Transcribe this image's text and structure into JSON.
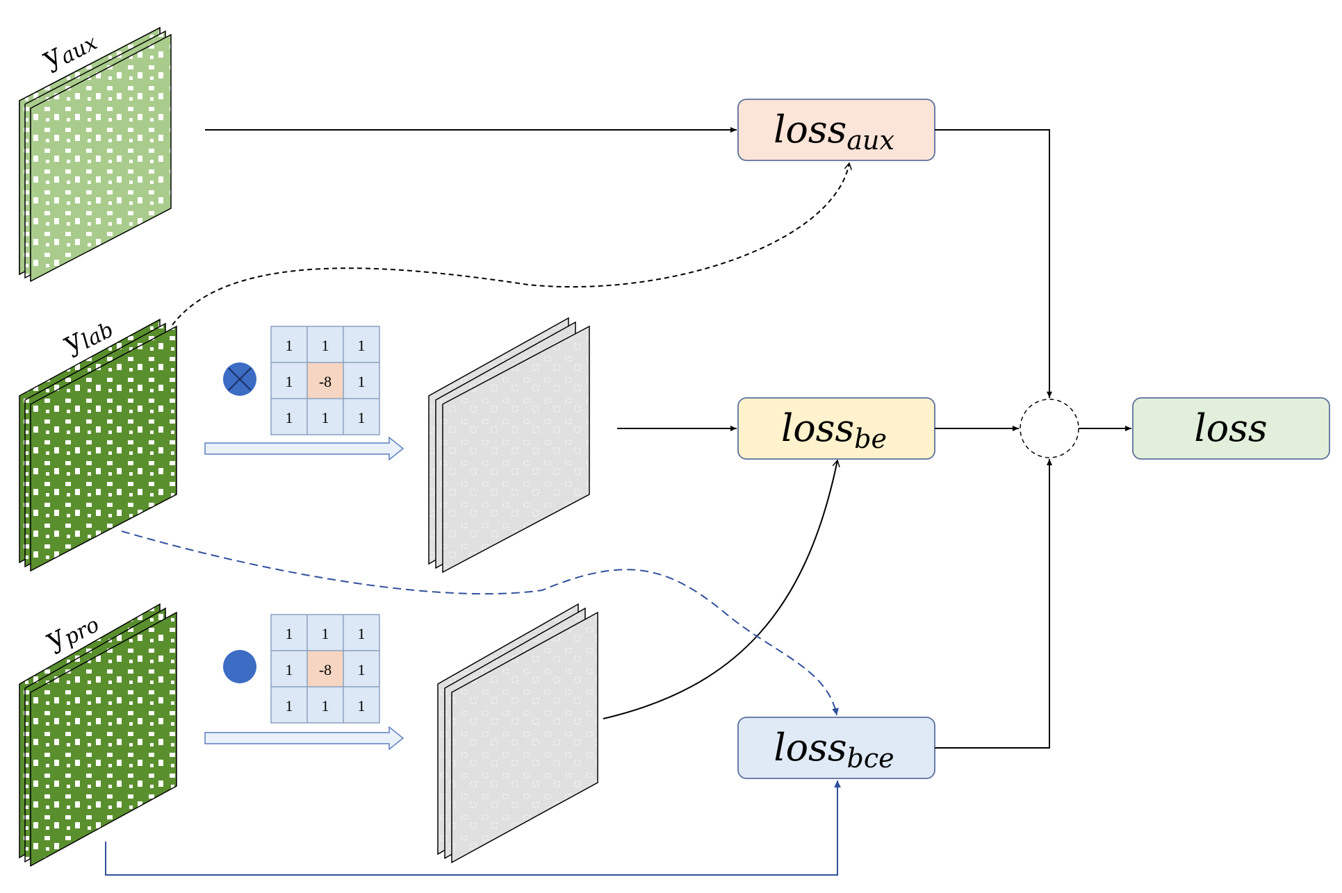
{
  "maps": {
    "aux": {
      "base": "y",
      "sub": "aux"
    },
    "lab": {
      "base": "y",
      "sub": "lab"
    },
    "pro": {
      "base": "y",
      "sub": "pro"
    }
  },
  "kernel": {
    "values": [
      "1",
      "1",
      "1",
      "1",
      "-8",
      "1",
      "1",
      "1",
      "1"
    ]
  },
  "losses": {
    "aux": {
      "base": "loss",
      "sub": "aux"
    },
    "be": {
      "base": "loss",
      "sub": "be"
    },
    "bce": {
      "base": "loss",
      "sub": "bce"
    },
    "total": {
      "label": "loss"
    }
  },
  "colors": {
    "light_green": "#a9cc8c",
    "dark_green": "#5a8f2e",
    "gray_map": "#e0e0e0",
    "kernel_cell": "#dce8f5",
    "kernel_center": "#f6d6c2",
    "operator_blue": "#3d6cc4",
    "loss_aux_fill": "#fbe4d8",
    "loss_be_fill": "#fff2cc",
    "loss_bce_fill": "#dfeaf6",
    "loss_total_fill": "#e2efda",
    "box_border": "#5a6f9c",
    "blue_line": "#2f4f9c"
  }
}
